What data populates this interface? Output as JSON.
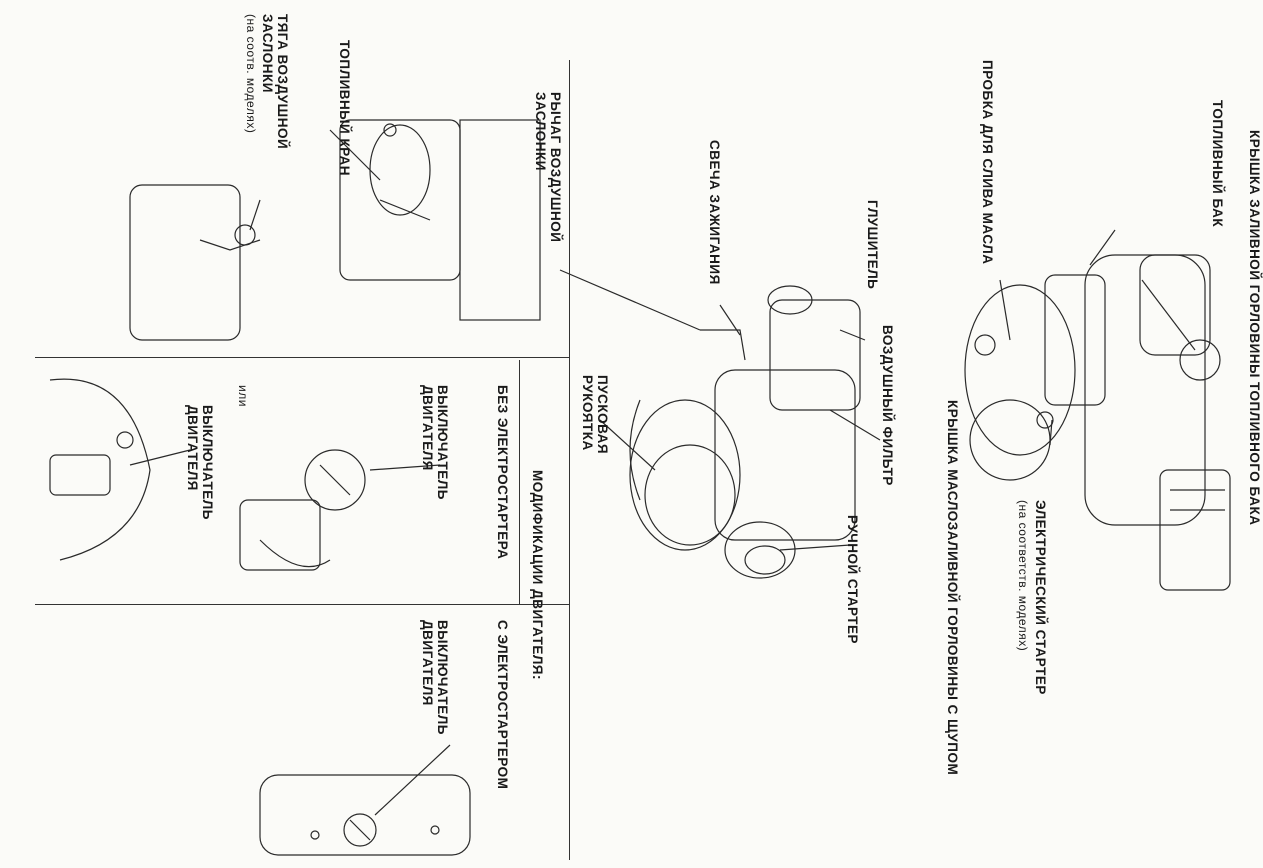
{
  "labels": {
    "fuel_cap": "КРЫШКА ЗАЛИВНОЙ ГОРЛОВИНЫ ТОПЛИВНОГО БАКА",
    "fuel_tank": "ТОПЛИВНЫЙ БАК",
    "oil_drain": "ПРОБКА ДЛЯ СЛИВА МАСЛА",
    "oil_filler": "КРЫШКА МАСЛОЗАЛИВНОЙ ГОРЛОВИНЫ С ЩУПОМ",
    "electric_starter": "ЭЛЕКТРИЧЕСКИЙ СТАРТЕР",
    "electric_starter_note": "(на соответств. моделях)",
    "muffler": "ГЛУШИТЕЛЬ",
    "air_filter": "ВОЗДУШНЫЙ ФИЛЬТР",
    "recoil_starter": "РУЧНОЙ СТАРТЕР",
    "spark_plug": "СВЕЧА ЗАЖИГАНИЯ",
    "start_grip_1": "ПУСКОВАЯ",
    "start_grip_2": "РУКОЯТКА",
    "choke_lever_1": "РЫЧАГ ВОЗДУШНОЙ",
    "choke_lever_2": "ЗАСЛОНКИ",
    "fuel_valve": "ТОПЛИВНЫЙ КРАН",
    "choke_rod_1": "ТЯГА ВОЗДУШНОЙ",
    "choke_rod_2": "ЗАСЛОНКИ",
    "choke_rod_note": "(на соотв. моделях)",
    "engine_types": "МОДИФИКАЦИИ ДВИГАТЕЛЯ:",
    "without_starter": "БЕЗ ЭЛЕКТРОСТАРТЕРА",
    "with_starter": "С ЭЛЕКТРОСТАРТЕРОМ",
    "switch_a_1": "ВЫКЛЮЧАТЕЛЬ",
    "switch_a_2": "ДВИГАТЕЛЯ",
    "or": "или",
    "switch_b_1": "ВЫКЛЮЧАТЕЛЬ",
    "switch_b_2": "ДВИГАТЕЛЯ",
    "switch_c_1": "ВЫКЛЮЧАТЕЛЬ",
    "switch_c_2": "ДВИГАТЕЛЯ"
  }
}
